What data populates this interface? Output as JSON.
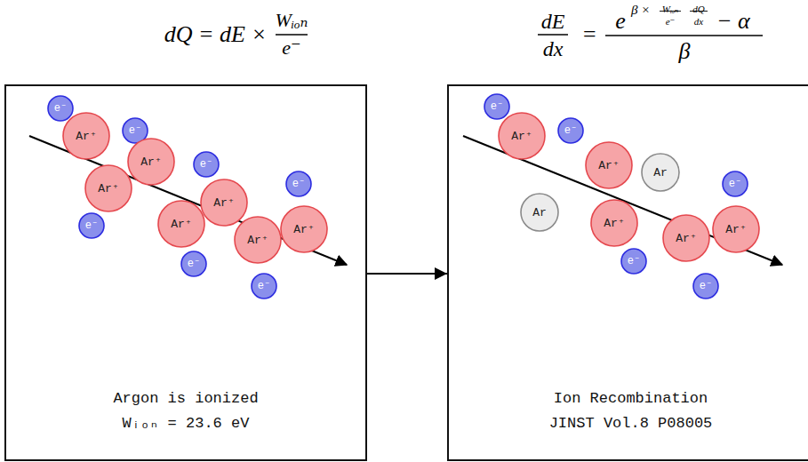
{
  "diagram": {
    "nodes": [
      {
        "text": [
          "Argon is ionized",
          "Wᵢₒₙ = 23.6 eV"
        ]
      },
      {
        "text": [
          "e⁻"
        ],
        "in": 0
      },
      {
        "text": [
          "e⁻"
        ],
        "in": 0
      },
      {
        "text": [
          "Ar⁺"
        ],
        "in": 0
      },
      {
        "text": [
          "Ar⁺"
        ],
        "in": 0
      },
      {
        "text": [
          "e⁻"
        ],
        "in": 0
      },
      {
        "text": [
          "e⁻"
        ],
        "in": 0
      },
      {
        "text": [
          "Ar⁺"
        ],
        "in": 0
      },
      {
        "text": [
          "Ar⁺"
        ],
        "in": 0
      },
      {
        "text": [
          "Ar⁺"
        ],
        "in": 0
      },
      {
        "text": [
          "e⁻"
        ],
        "in": 0
      },
      {
        "text": [
          "Ar⁺"
        ],
        "in": 0
      },
      {
        "text": [
          "Ar⁺"
        ],
        "in": 0
      },
      {
        "text": [
          "e⁻"
        ],
        "in": 0
      },
      {
        "text": [
          "e⁻"
        ],
        "in": 0
      },
      {
        "text": [
          "Ion Recombination",
          "JINST Vol.8 P08005"
        ]
      },
      {
        "text": [
          "e⁻"
        ],
        "in": 15
      },
      {
        "text": [
          "e⁻"
        ],
        "in": 15
      },
      {
        "text": [
          "Ar⁺"
        ],
        "in": 15
      },
      {
        "text": [
          "Ar⁺"
        ],
        "in": 15
      },
      {
        "text": [
          "Ar"
        ],
        "in": 15
      },
      {
        "text": [
          "e⁻"
        ],
        "in": 15
      },
      {
        "text": [
          "Ar"
        ],
        "in": 15
      },
      {
        "text": [
          "Ar⁺"
        ],
        "in": 15
      },
      {
        "text": [
          "Ar⁺"
        ],
        "in": 15
      },
      {
        "text": [
          "Ar⁺"
        ],
        "in": 15
      },
      {
        "text": [
          "e⁻"
        ],
        "in": 15
      },
      {
        "text": [
          "e⁻"
        ],
        "in": 15
      }
    ],
    "edges": [
      {
        "from": 0,
        "to": 15,
        "arrow": "to"
      }
    ],
    "labels": [
      "dQ = dE ×",
      "Wᵢₒₙ",
      "e⁻",
      "dE",
      "dx",
      "=",
      "e",
      "β ×",
      "Wᵢₒₙ",
      "e⁻",
      "dQ",
      "dx",
      "− α",
      "β"
    ]
  }
}
